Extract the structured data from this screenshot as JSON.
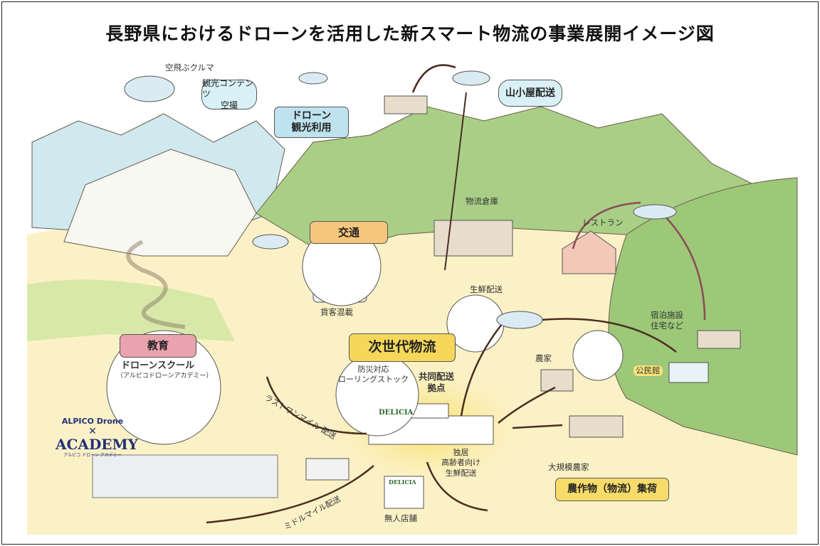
{
  "title": "長野県におけるドローンを活用した新スマート物流の事業展開イメージ図",
  "colors": {
    "sky": "#cfe9ef",
    "mountain": "#a9cf86",
    "ground": "#fbf1c6",
    "highlight_yellow": "#f6d75a",
    "tourism_blue": "#bfe3ee",
    "transport_orange": "#f6c67c",
    "education_pink": "#eaa3ae",
    "arrow": "#4a2d22",
    "arrow_pink": "#e58fb5"
  },
  "labels": {
    "flying_car": "空飛ぶクルマ",
    "aerial_line1": "観光コンテンツ",
    "aerial_line2": "空撮",
    "tourism_line1": "ドローン",
    "tourism_line2": "観光利用",
    "hut_delivery": "山小屋配送",
    "warehouse": "物流倉庫",
    "restaurant": "レストラン",
    "transport": "交通",
    "mixed_cargo": "貨客混載",
    "fresh_delivery": "生鮮配送",
    "lodging_line1": "宿泊施設",
    "lodging_line2": "住宅など",
    "community_hall": "公民館",
    "farmer": "農家",
    "next_gen": "次世代物流",
    "stock_line1": "防災対応",
    "stock_line2": "ローリングストック",
    "hub_line1": "共同配送",
    "hub_line2": "拠点",
    "education": "教育",
    "school": "ドローンスクール",
    "school_sub": "（アルピコドローンアカデミー）",
    "last_mile": "ラストワンマイル 配送",
    "middle_mile": "ミドルマイル配送",
    "unmanned_store": "無人店舗",
    "elderly_line1": "独居",
    "elderly_line2": "高齢者向け",
    "elderly_line3": "生鮮配送",
    "large_farmer": "大規模農家",
    "crop_collection": "農作物（物流）集荷"
  },
  "logo": {
    "top": "ALPICO Drone",
    "main": "ACADEMY",
    "sub": "アルピコ ドローン アカデミー"
  },
  "store_sign": "DELICIA"
}
